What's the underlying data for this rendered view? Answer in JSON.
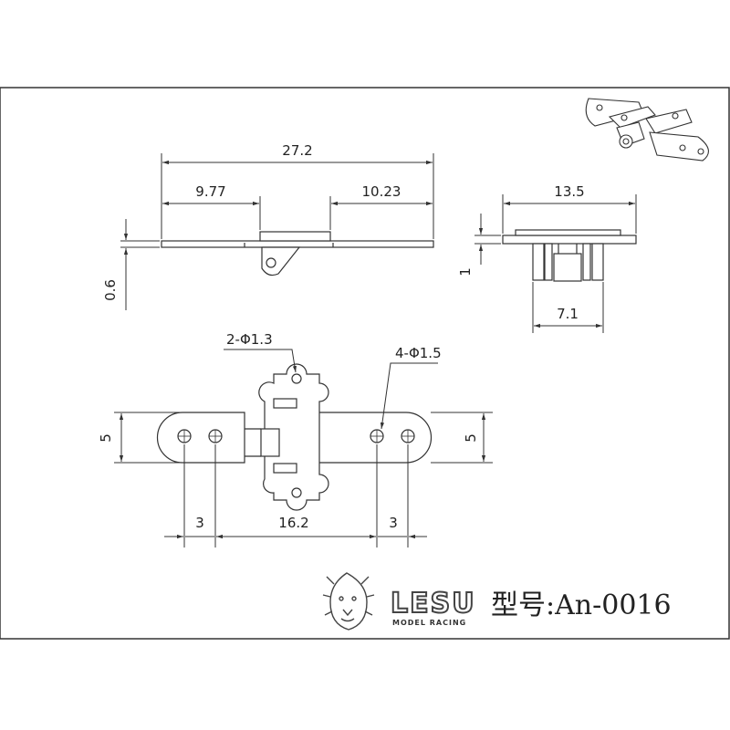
{
  "dimensions": {
    "overall_length": "27.2",
    "left_segment": "9.77",
    "right_segment": "10.23",
    "thickness": "0.6",
    "side_width": "13.5",
    "side_thickness": "1",
    "side_inner": "7.1",
    "small_holes": "2-Φ1.3",
    "large_holes": "4-Φ1.5",
    "plate_height_left": "5",
    "plate_height_right": "5",
    "hole_offset_left": "3",
    "hole_span": "16.2",
    "hole_offset_right": "3"
  },
  "branding": {
    "logo_text": "LESU",
    "logo_subtext": "MODEL RACING",
    "model_label": "型号:An-0016"
  },
  "colors": {
    "line": "#333333",
    "part_fill": "#ffffff"
  }
}
